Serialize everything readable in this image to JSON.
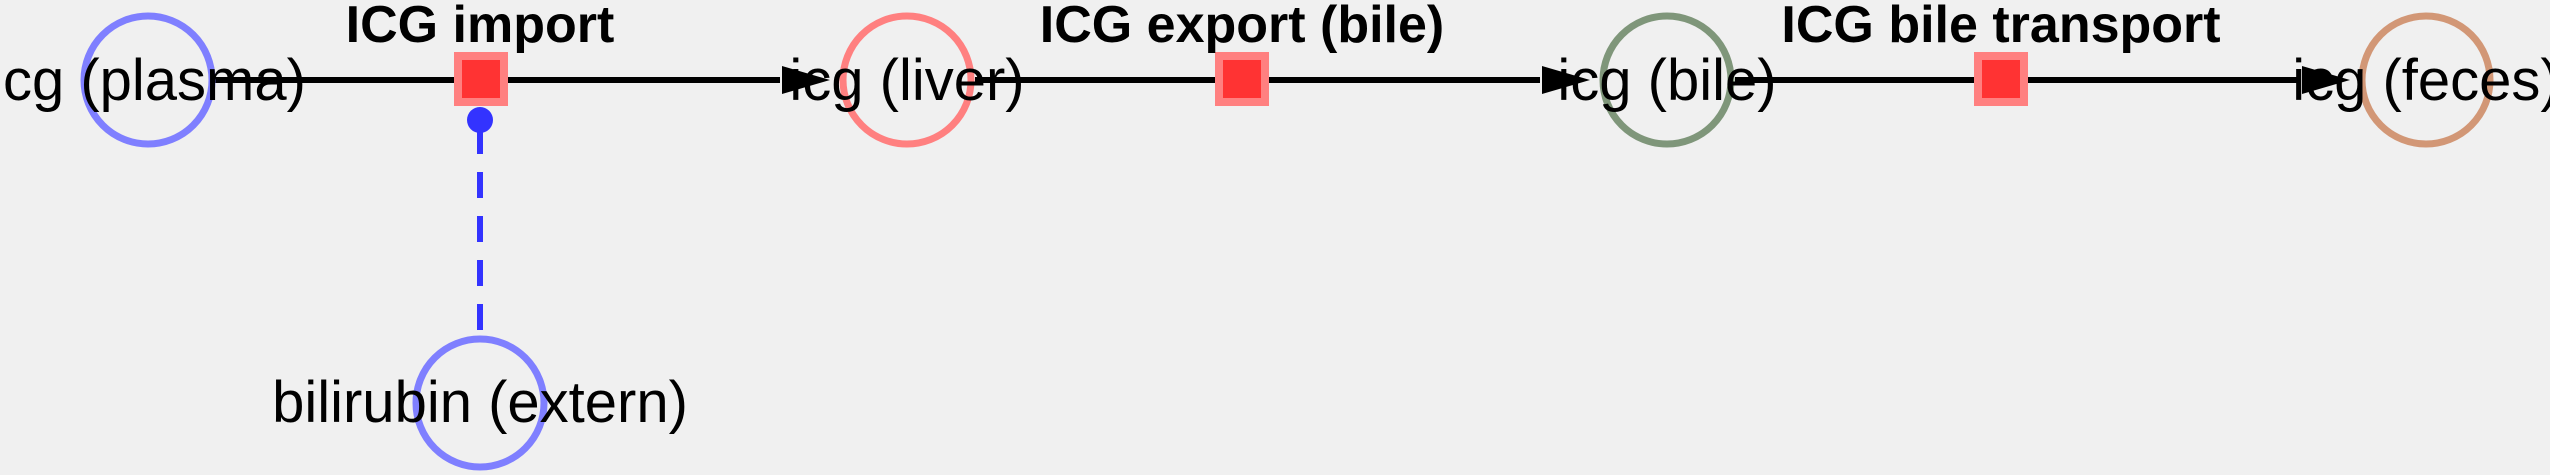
{
  "species": [
    {
      "id": "icg_plasma",
      "label": "icg (plasma)",
      "color": "#7f7fff"
    },
    {
      "id": "icg_liver",
      "label": "icg (liver)",
      "color": "#ff8080"
    },
    {
      "id": "icg_bile",
      "label": "icg (bile)",
      "color": "#7f967a"
    },
    {
      "id": "icg_feces",
      "label": "icg (feces)",
      "color": "#d29776"
    },
    {
      "id": "bilirubin_extern",
      "label": "bilirubin (extern)",
      "color": "#7f7fff"
    }
  ],
  "reactions": [
    {
      "id": "icg_import",
      "label": "ICG import",
      "color": "#ff3333",
      "border_color": "#ff8080"
    },
    {
      "id": "icg_export",
      "label": "ICG export (bile)",
      "color": "#ff3333",
      "border_color": "#ff8080"
    },
    {
      "id": "icg_bile_transport",
      "label": "ICG bile transport",
      "color": "#ff3333",
      "border_color": "#ff8080"
    }
  ],
  "edges": [
    {
      "from": "icg_plasma",
      "to": "icg_liver",
      "via": "icg_import",
      "style": "solid",
      "color": "#000000"
    },
    {
      "from": "icg_liver",
      "to": "icg_bile",
      "via": "icg_export",
      "style": "solid",
      "color": "#000000"
    },
    {
      "from": "icg_bile",
      "to": "icg_feces",
      "via": "icg_bile_transport",
      "style": "solid",
      "color": "#000000"
    },
    {
      "from": "bilirubin_extern",
      "to": "icg_import",
      "style": "dashed",
      "color": "#3333ff",
      "type": "modifier"
    }
  ]
}
